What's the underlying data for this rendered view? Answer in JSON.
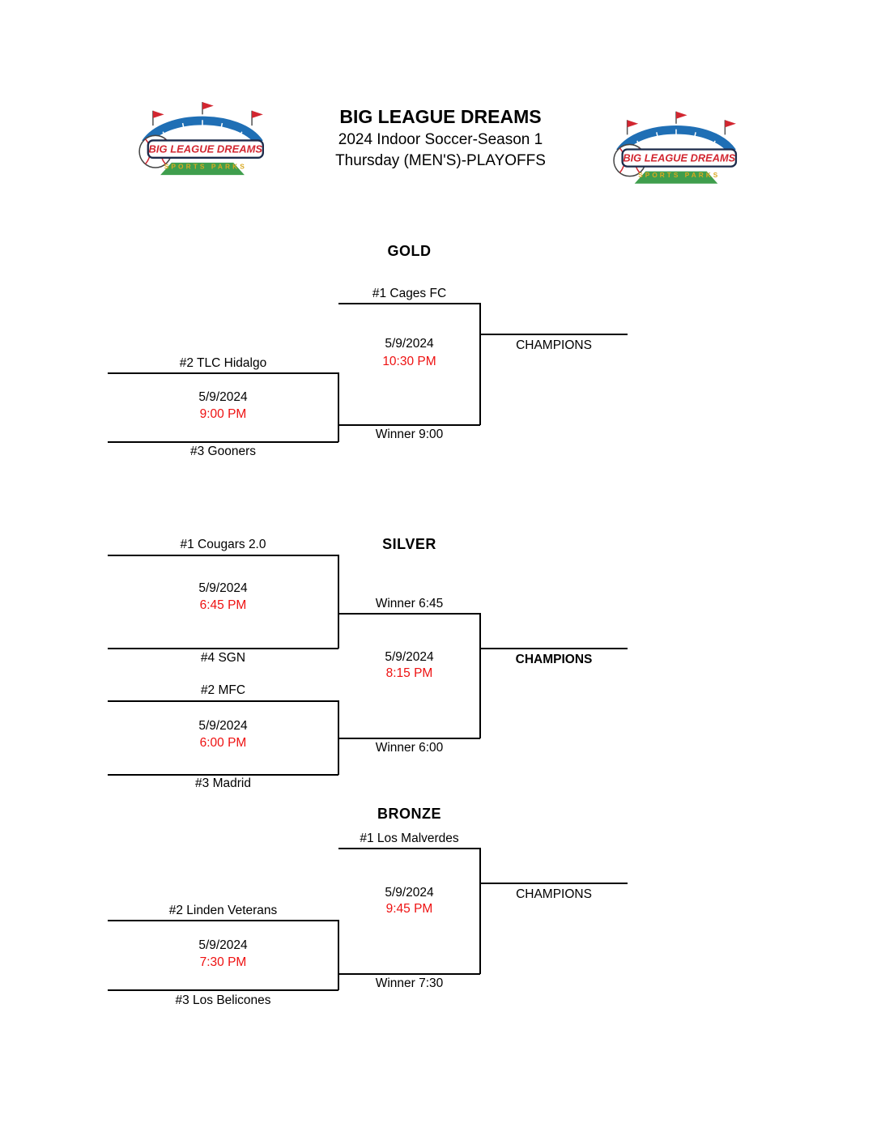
{
  "header": {
    "title": "BIG LEAGUE DREAMS",
    "subtitle_line1": "2024 Indoor Soccer-Season 1",
    "subtitle_line2": "Thursday (MEN'S)-PLAYOFFS"
  },
  "logo": {
    "banner_text": "BIG LEAGUE DREAMS",
    "sub_text": "SPORTS PARKS"
  },
  "gold": {
    "heading": "GOLD",
    "bye_team": "#1 Cages FC",
    "final_date": "5/9/2024",
    "final_time": "10:30 PM",
    "champions_label": "CHAMPIONS",
    "winner_label": "Winner 9:00",
    "semi_top_team": "#2 TLC Hidalgo",
    "semi_date": "5/9/2024",
    "semi_time": "9:00 PM",
    "semi_bottom_team": "#3 Gooners"
  },
  "silver": {
    "heading": "SILVER",
    "semi1_top_team": "#1 Cougars 2.0",
    "semi1_date": "5/9/2024",
    "semi1_time": "6:45 PM",
    "semi1_bottom_team": "#4 SGN",
    "winner1_label": "Winner 6:45",
    "final_date": "5/9/2024",
    "final_time": "8:15 PM",
    "champions_label": "CHAMPIONS",
    "semi2_top_team": "#2 MFC",
    "semi2_date": "5/9/2024",
    "semi2_time": "6:00 PM",
    "semi2_bottom_team": "#3 Madrid",
    "winner2_label": "Winner 6:00"
  },
  "bronze": {
    "heading": "BRONZE",
    "bye_team": "#1 Los Malverdes",
    "final_date": "5/9/2024",
    "final_time": "9:45 PM",
    "champions_label": "CHAMPIONS",
    "winner_label": "Winner 7:30",
    "semi_top_team": "#2 Linden Veterans",
    "semi_date": "5/9/2024",
    "semi_time": "7:30 PM",
    "semi_bottom_team": "#3 Los Belicones"
  },
  "colors": {
    "text": "#000000",
    "line": "#000000",
    "time": "#ee1111",
    "logo_blue": "#1f6fb5",
    "logo_red": "#d22630",
    "logo_green": "#3f9e4d",
    "logo_gold": "#d9a821"
  }
}
